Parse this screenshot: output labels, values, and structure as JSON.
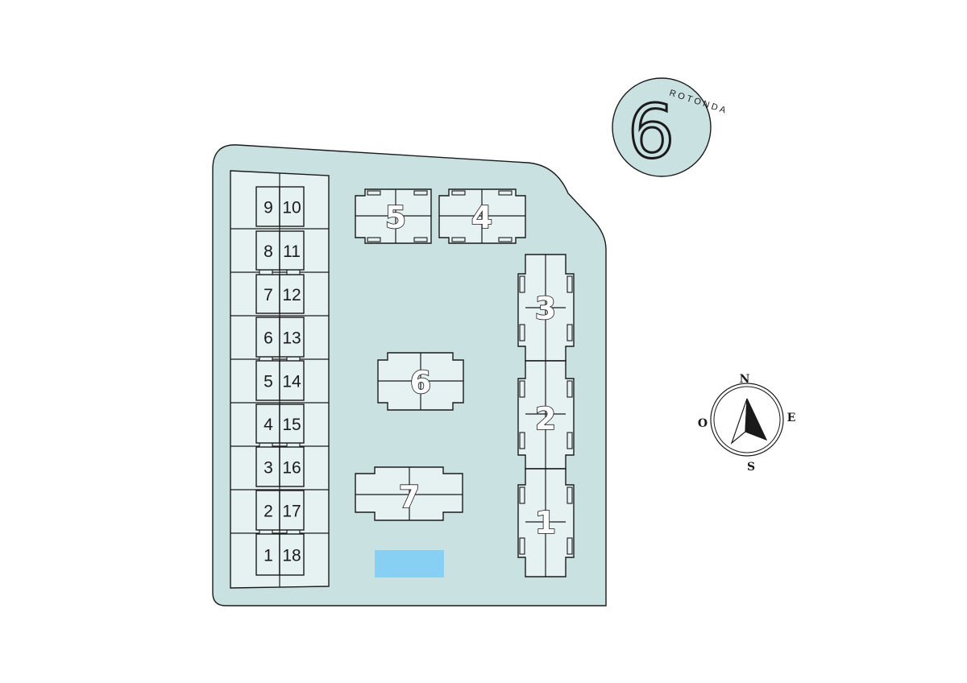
{
  "colors": {
    "site_fill": "#c9e1e1",
    "lot_fill": "#e6f1f1",
    "outline": "#1a1a1a",
    "highlight": "#87cff3",
    "logo_circle": "#c9e1e1"
  },
  "logo": {
    "digit": "6",
    "word": "ROTONDA"
  },
  "compass": {
    "north": "N",
    "south": "S",
    "east": "E",
    "west": "O"
  },
  "lots": [
    {
      "left": "9",
      "right": "10"
    },
    {
      "left": "8",
      "right": "11"
    },
    {
      "left": "7",
      "right": "12"
    },
    {
      "left": "6",
      "right": "13"
    },
    {
      "left": "5",
      "right": "14"
    },
    {
      "left": "4",
      "right": "15"
    },
    {
      "left": "3",
      "right": "16"
    },
    {
      "left": "2",
      "right": "17"
    },
    {
      "left": "1",
      "right": "18"
    }
  ],
  "buildings": {
    "b1": "1",
    "b2": "2",
    "b3": "3",
    "b4": "4",
    "b5": "5",
    "b6": "6",
    "b7": "7"
  }
}
